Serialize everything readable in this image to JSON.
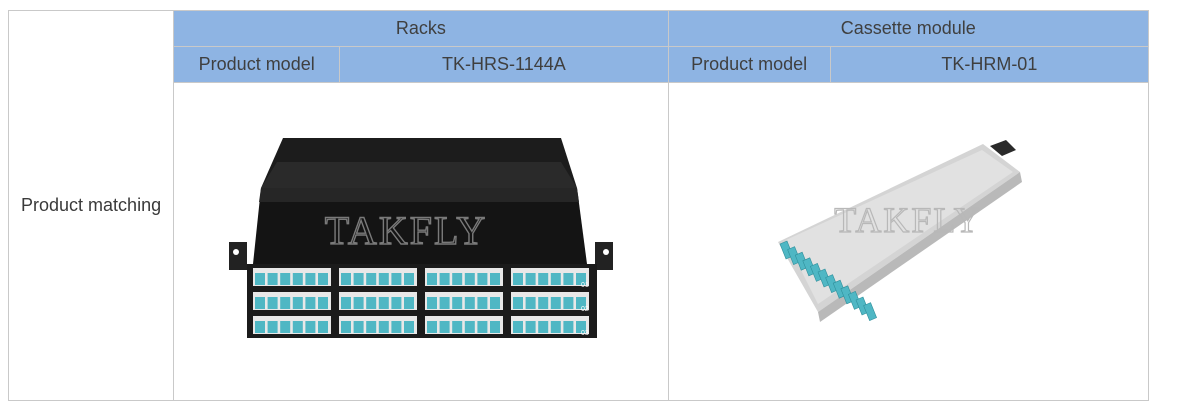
{
  "table": {
    "row_label": "Product matching",
    "racks": {
      "header": "Racks",
      "model_label": "Product model",
      "model_value": "TK-HRS-1144A",
      "port_numbers": [
        "01",
        "02",
        "03"
      ]
    },
    "cassette": {
      "header": "Cassette module",
      "model_label": "Product model",
      "model_value": "TK-HRM-01"
    },
    "watermark": "TAKFLY"
  },
  "colors": {
    "header_bg": "#8eb4e3",
    "border": "#c9c9c9",
    "adapter_aqua": "#4fb7c4",
    "chassis": "#1e1e1e",
    "cassette_body": "#dcdcdc"
  }
}
